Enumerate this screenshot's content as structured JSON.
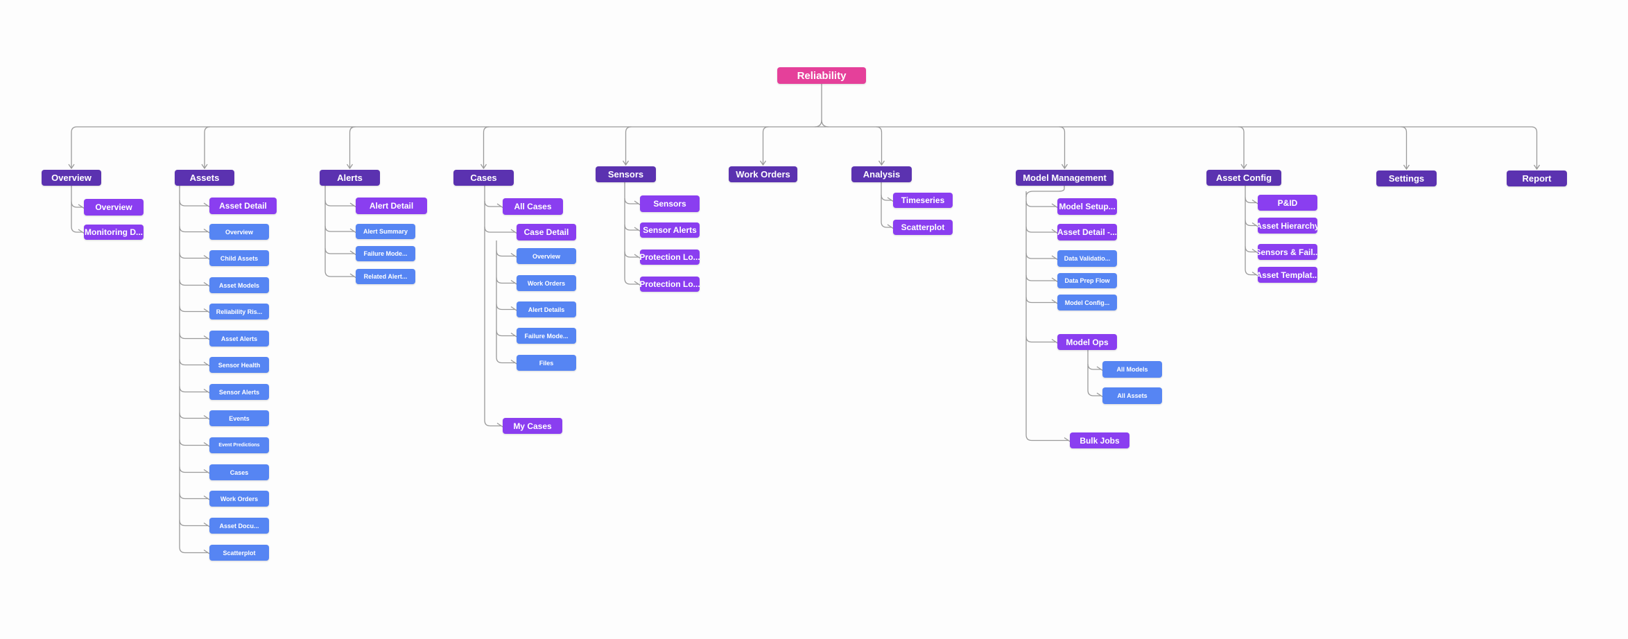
{
  "root": {
    "label": "Reliability"
  },
  "sections": [
    {
      "id": "overview",
      "label": "Overview",
      "children": [
        {
          "label": "Overview",
          "level": "l2"
        },
        {
          "label": "Monitoring D...",
          "level": "l2"
        }
      ]
    },
    {
      "id": "assets",
      "label": "Assets",
      "children": [
        {
          "label": "Asset Detail",
          "level": "l2"
        },
        {
          "label": "Overview",
          "level": "l3"
        },
        {
          "label": "Child Assets",
          "level": "l3"
        },
        {
          "label": "Asset Models",
          "level": "l3"
        },
        {
          "label": "Reliability Ris...",
          "level": "l3"
        },
        {
          "label": "Asset Alerts",
          "level": "l3"
        },
        {
          "label": "Sensor Health",
          "level": "l3"
        },
        {
          "label": "Sensor Alerts",
          "level": "l3"
        },
        {
          "label": "Events",
          "level": "l3"
        },
        {
          "label": "Event Predictions",
          "level": "l3"
        },
        {
          "label": "Cases",
          "level": "l3"
        },
        {
          "label": "Work Orders",
          "level": "l3"
        },
        {
          "label": "Asset Docu...",
          "level": "l3"
        },
        {
          "label": "Scatterplot",
          "level": "l3"
        }
      ]
    },
    {
      "id": "alerts",
      "label": "Alerts",
      "children": [
        {
          "label": "Alert Detail",
          "level": "l2"
        },
        {
          "label": "Alert Summary",
          "level": "l3"
        },
        {
          "label": "Failure Mode...",
          "level": "l3"
        },
        {
          "label": "Related Alert...",
          "level": "l3"
        }
      ]
    },
    {
      "id": "cases",
      "label": "Cases",
      "children": [
        {
          "label": "All Cases",
          "level": "l2"
        },
        {
          "label": "Case Detail",
          "level": "l2"
        },
        {
          "label": "Overview",
          "level": "l3"
        },
        {
          "label": "Work Orders",
          "level": "l3"
        },
        {
          "label": "Alert Details",
          "level": "l3"
        },
        {
          "label": "Failure Mode...",
          "level": "l3"
        },
        {
          "label": "Files",
          "level": "l3"
        },
        {
          "label": "My Cases",
          "level": "l2"
        }
      ]
    },
    {
      "id": "sensors",
      "label": "Sensors",
      "children": [
        {
          "label": "Sensors",
          "level": "l2"
        },
        {
          "label": "Sensor Alerts",
          "level": "l2"
        },
        {
          "label": "Protection Lo...",
          "level": "l2"
        },
        {
          "label": "Protection Lo...",
          "level": "l2"
        }
      ]
    },
    {
      "id": "workorders",
      "label": "Work Orders",
      "children": []
    },
    {
      "id": "analysis",
      "label": "Analysis",
      "children": [
        {
          "label": "Timeseries",
          "level": "l2"
        },
        {
          "label": "Scatterplot",
          "level": "l2"
        }
      ]
    },
    {
      "id": "modelmgmt",
      "label": "Model Management",
      "children": [
        {
          "label": "Model Setup...",
          "level": "l2"
        },
        {
          "label": "Asset Detail -...",
          "level": "l2"
        },
        {
          "label": "Data Validatio...",
          "level": "l3"
        },
        {
          "label": "Data Prep Flow",
          "level": "l3"
        },
        {
          "label": "Model Config...",
          "level": "l3"
        },
        {
          "label": "Model Ops",
          "level": "l2"
        },
        {
          "label": "All Models",
          "level": "l3"
        },
        {
          "label": "All Assets",
          "level": "l3"
        },
        {
          "label": "Bulk Jobs",
          "level": "l2"
        }
      ]
    },
    {
      "id": "assetconfig",
      "label": "Asset Config",
      "children": [
        {
          "label": "P&ID",
          "level": "l2"
        },
        {
          "label": "Asset Hierarchy",
          "level": "l2"
        },
        {
          "label": "Sensors & Fail...",
          "level": "l2"
        },
        {
          "label": "Asset Templat...",
          "level": "l2"
        }
      ]
    },
    {
      "id": "settings",
      "label": "Settings",
      "children": []
    },
    {
      "id": "report",
      "label": "Report",
      "children": []
    }
  ],
  "colors": {
    "root": "#e5409a",
    "section": "#5b32b0",
    "page": "#8a3ef0",
    "subpage": "#5685f3",
    "connector": "#9a9a9a"
  }
}
